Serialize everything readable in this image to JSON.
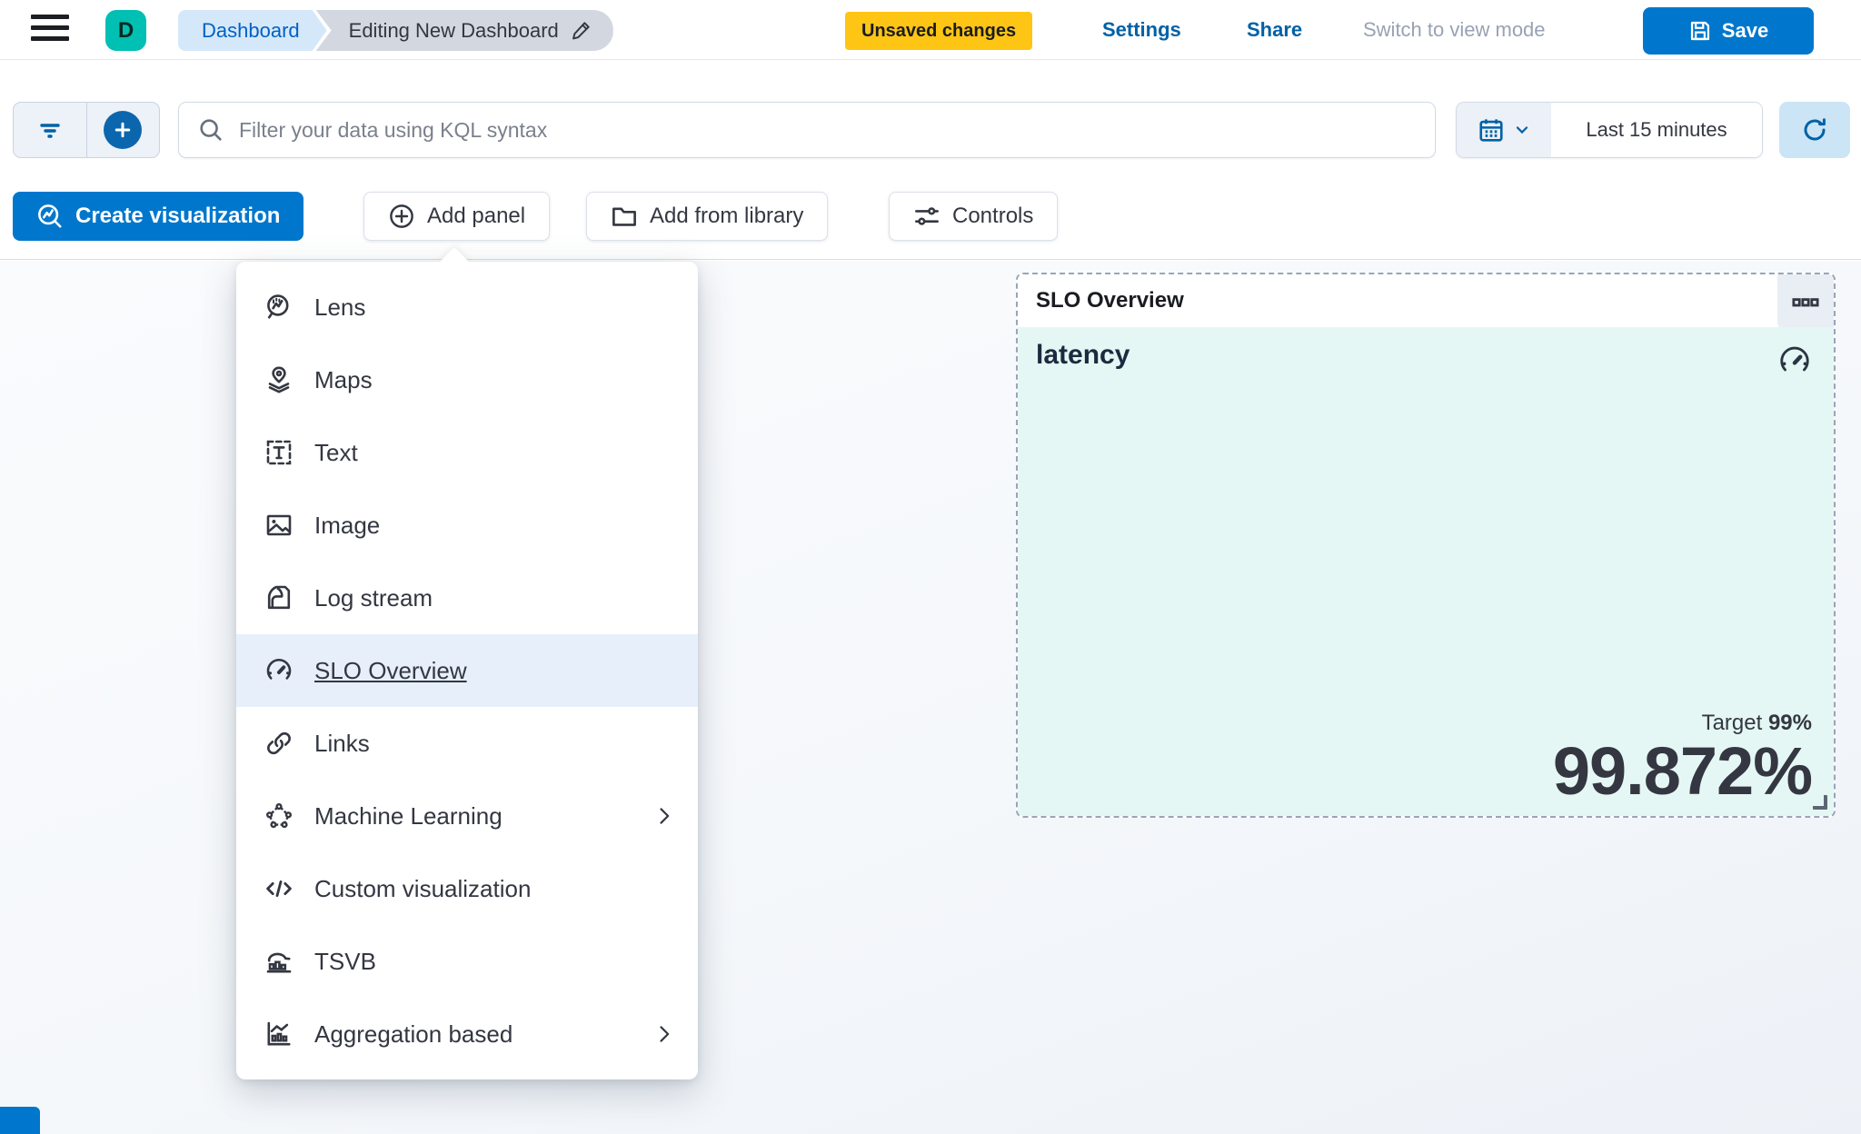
{
  "header": {
    "avatar_initial": "D",
    "breadcrumbs": {
      "first": "Dashboard",
      "last": "Editing New Dashboard"
    },
    "unsaved_badge": "Unsaved changes",
    "settings_label": "Settings",
    "share_label": "Share",
    "view_mode_label": "Switch to view mode",
    "save_label": "Save"
  },
  "query_bar": {
    "search_placeholder": "Filter your data using KQL syntax",
    "search_value": "",
    "time_range": "Last 15 minutes"
  },
  "toolbar": {
    "create_visualization_label": "Create visualization",
    "add_panel_label": "Add panel",
    "add_from_library_label": "Add from library",
    "controls_label": "Controls"
  },
  "panel_menu": {
    "items": [
      {
        "label": "Lens",
        "icon": "lens-icon",
        "has_submenu": false
      },
      {
        "label": "Maps",
        "icon": "maps-icon",
        "has_submenu": false
      },
      {
        "label": "Text",
        "icon": "text-icon",
        "has_submenu": false
      },
      {
        "label": "Image",
        "icon": "image-icon",
        "has_submenu": false
      },
      {
        "label": "Log stream",
        "icon": "log-stream-icon",
        "has_submenu": false
      },
      {
        "label": "SLO Overview",
        "icon": "gauge-icon",
        "has_submenu": false,
        "highlighted": true
      },
      {
        "label": "Links",
        "icon": "link-icon",
        "has_submenu": false
      },
      {
        "label": "Machine Learning",
        "icon": "machine-learning-icon",
        "has_submenu": true
      },
      {
        "label": "Custom visualization",
        "icon": "code-icon",
        "has_submenu": false
      },
      {
        "label": "TSVB",
        "icon": "tsvb-icon",
        "has_submenu": false
      },
      {
        "label": "Aggregation based",
        "icon": "aggregation-icon",
        "has_submenu": true
      }
    ]
  },
  "slo_panel": {
    "header_title": "SLO Overview",
    "metric_name": "latency",
    "target_label": "Target",
    "target_value": "99%",
    "value": "99.872%"
  },
  "colors": {
    "primary": "#0077CC",
    "link_blue": "#0061A6",
    "warning_badge": "#FEC514",
    "avatar_teal": "#00BFB3",
    "panel_mint": "#E4F7F4",
    "menu_highlight": "#E7F0FA"
  }
}
